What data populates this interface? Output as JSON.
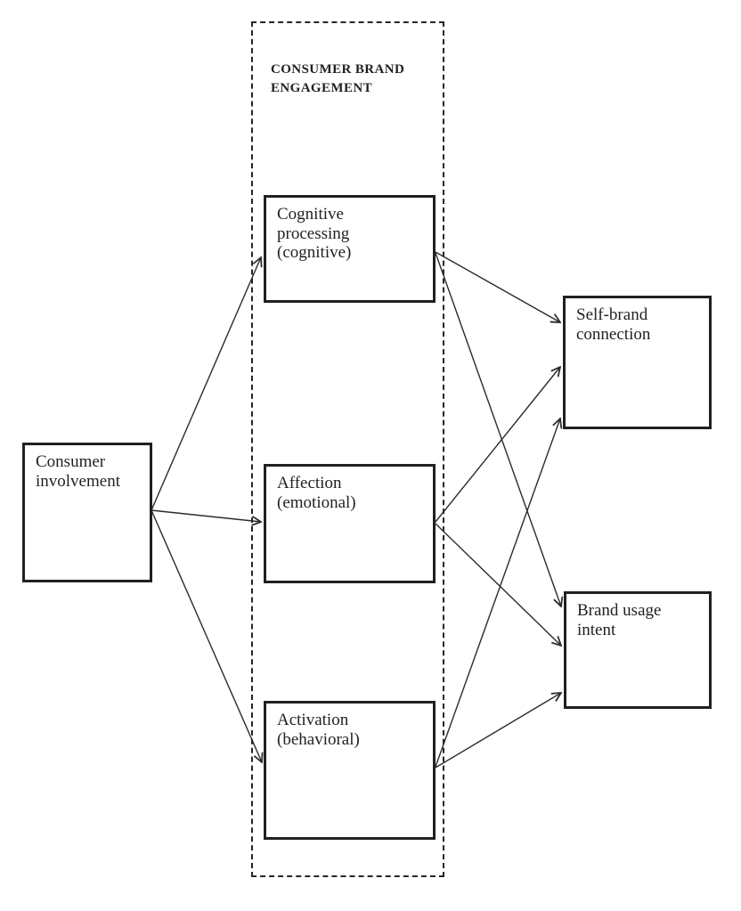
{
  "diagram": {
    "container_title": "CONSUMER BRAND\nENGAGEMENT",
    "nodes": {
      "consumer_involvement": {
        "label": "Consumer\ninvolvement"
      },
      "cognitive_processing": {
        "label": "Cognitive\nprocessing\n(cognitive)"
      },
      "affection": {
        "label": "Affection\n(emotional)"
      },
      "activation": {
        "label": "Activation\n(behavioral)"
      },
      "self_brand_connection": {
        "label": "Self-brand\nconnection"
      },
      "brand_usage_intent": {
        "label": "Brand usage\nintent"
      }
    },
    "edges": [
      {
        "from": "Consumer involvement",
        "to": "Cognitive processing (cognitive)"
      },
      {
        "from": "Consumer involvement",
        "to": "Affection (emotional)"
      },
      {
        "from": "Consumer involvement",
        "to": "Activation (behavioral)"
      },
      {
        "from": "Cognitive processing (cognitive)",
        "to": "Self-brand connection"
      },
      {
        "from": "Cognitive processing (cognitive)",
        "to": "Brand usage intent"
      },
      {
        "from": "Affection (emotional)",
        "to": "Self-brand connection"
      },
      {
        "from": "Affection (emotional)",
        "to": "Brand usage intent"
      },
      {
        "from": "Activation (behavioral)",
        "to": "Self-brand connection"
      },
      {
        "from": "Activation (behavioral)",
        "to": "Brand usage intent"
      }
    ],
    "colors": {
      "background": "#ffffff",
      "box_border": "#221f24",
      "arrow_line": "#2b2a2e",
      "text": "#231f20"
    }
  }
}
